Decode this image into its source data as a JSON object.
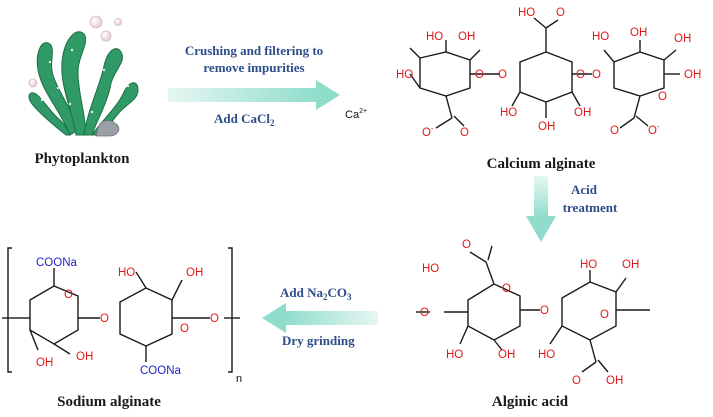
{
  "captions": {
    "phytoplankton": "Phytoplankton",
    "calcium_alginate": "Calcium alginate",
    "alginic_acid": "Alginic acid",
    "sodium_alginate": "Sodium alginate"
  },
  "steps": {
    "crush_line1": "Crushing and filtering to",
    "crush_line2": "remove impurities",
    "add_cacl2": "Add CaCl",
    "cacl2_sub": "2",
    "acid_line1": "Acid",
    "acid_line2": "treatment",
    "add_na2co3_a": "Add Na",
    "add_na2co3_sub1": "2",
    "add_na2co3_b": "CO",
    "add_na2co3_sub2": "3",
    "dry_grinding": "Dry grinding"
  },
  "labels": {
    "ca_ion": "Ca",
    "ca_charge": "2+",
    "ho": "HO",
    "oh": "OH",
    "o": "O",
    "o_minus": "O",
    "minus": "-",
    "coona": "COONa",
    "n": "n"
  },
  "colors": {
    "arrow": "#a6e2d6",
    "oxygen": "#e0191b",
    "sodium_group": "#2222cc",
    "step_text": "#2d4d8a",
    "seaweed": "#2f9a66"
  },
  "icons": {
    "seaweed": "phytoplankton-illustration",
    "arrows": "process-arrow"
  }
}
